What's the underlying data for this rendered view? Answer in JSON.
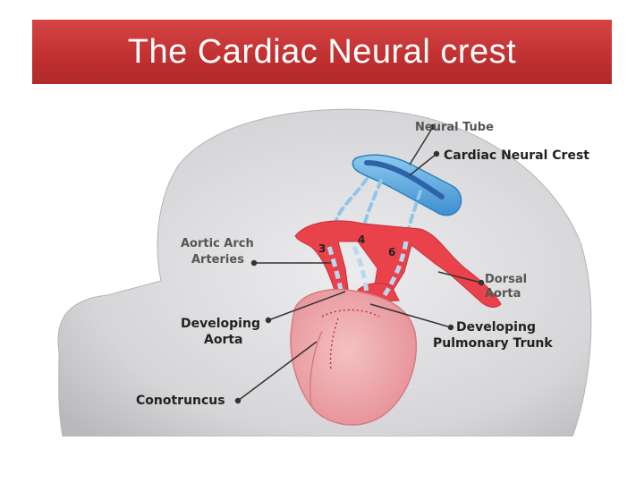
{
  "slide": {
    "title": "The Cardiac Neural crest"
  },
  "diagram": {
    "labels": {
      "neural_tube": "Neural Tube",
      "cardiac_neural_crest": "Cardiac Neural Crest",
      "aortic_arch_line1": "Aortic Arch",
      "aortic_arch_line2": "Arteries",
      "dorsal_aorta_line1": "Dorsal",
      "dorsal_aorta_line2": "Aorta",
      "developing_aorta_line1": "Developing",
      "developing_aorta_line2": "Aorta",
      "pulmonary_trunk_line1": "Developing",
      "pulmonary_trunk_line2": "Pulmonary Trunk",
      "conotruncus": "Conotruncus",
      "arch_3": "3",
      "arch_4": "4",
      "arch_6": "6"
    },
    "colors": {
      "title_bg": "#c73636",
      "embryo": "#d0d0d2",
      "neural_tube": "#5aa8e0",
      "artery": "#e9424b",
      "heart": "#eea8ac",
      "neural_crest_path": "#8fc6ea",
      "label": "#555555"
    }
  }
}
